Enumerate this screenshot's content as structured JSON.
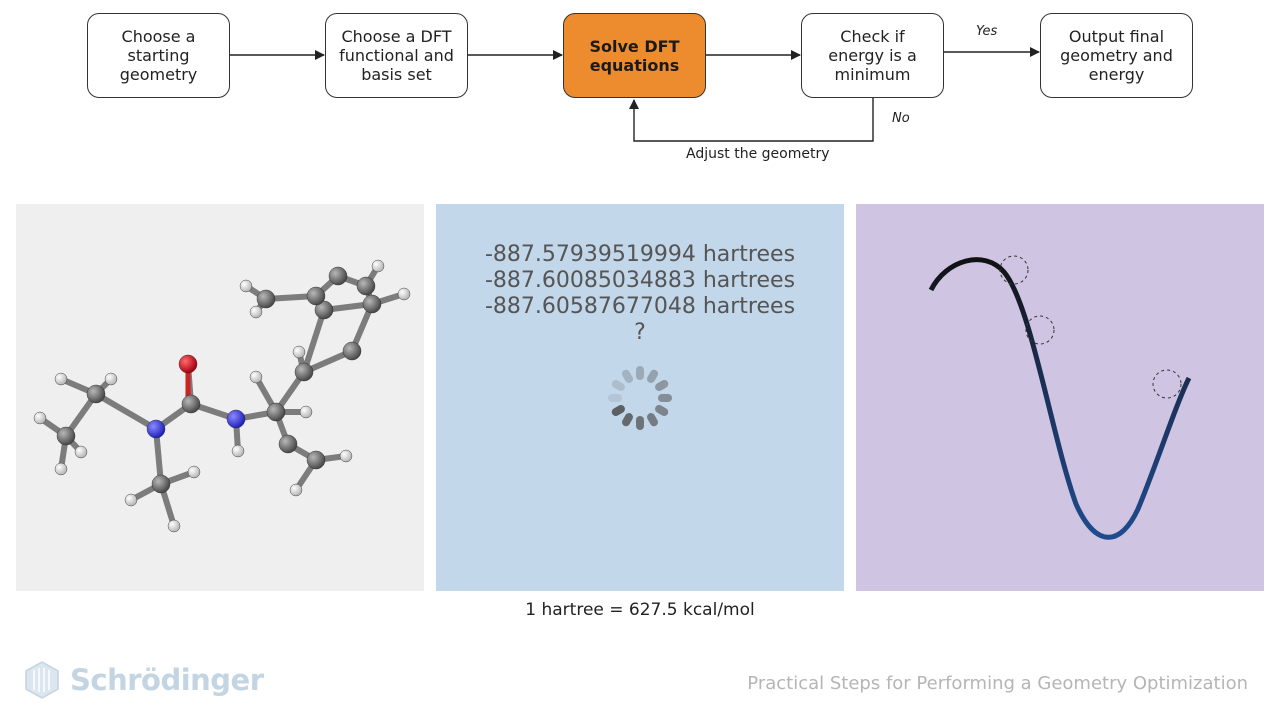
{
  "flow": {
    "steps": [
      {
        "label": "Choose a starting geometry"
      },
      {
        "label": "Choose a DFT functional and basis set"
      },
      {
        "label": "Solve DFT equations"
      },
      {
        "label": "Check if energy is a minimum"
      },
      {
        "label": "Output final geometry and energy"
      }
    ],
    "yes_label": "Yes",
    "no_label": "No",
    "loop_label": "Adjust the geometry",
    "active_color": "#ec8c2e"
  },
  "energies": {
    "values": [
      "-887.57939519994 hartrees",
      "-887.60085034883 hartrees",
      "-887.60587677048 hartrees",
      "?"
    ]
  },
  "conversion": "1 hartree = 627.5 kcal/mol",
  "footer": {
    "brand": "Schrödinger",
    "title": "Practical Steps for Performing a Geometry Optimization"
  },
  "panel_colors": {
    "molecule": "#efefef",
    "energies": "#c3d7ea",
    "curve": "#cfc4e2"
  }
}
